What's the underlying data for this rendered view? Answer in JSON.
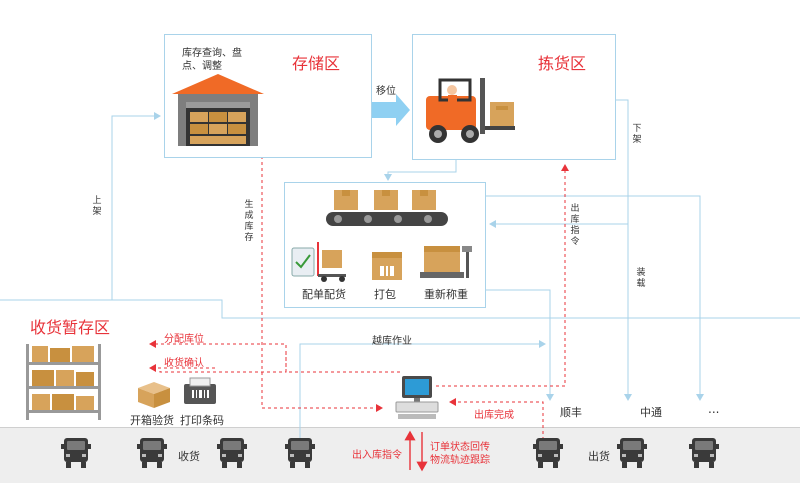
{
  "zones": {
    "storage": {
      "title": "存储区",
      "desc_line1": "库存查询、盘",
      "desc_line2": "点、调整"
    },
    "picking": {
      "title": "拣货区"
    },
    "receiving": {
      "title": "收货暂存区"
    }
  },
  "flows": {
    "move": "移位",
    "putaway": "上架",
    "unload": "下架",
    "generate_inventory": "生成库存",
    "outbound_order": "出库指令",
    "packing": "装载",
    "allocate_location": "分配库位",
    "receive_confirm": "收货确认",
    "cross_dock": "越库作业",
    "outbound_done": "出库完成",
    "inout_order": "出入库指令",
    "status_return_line1": "订单状态回传",
    "status_return_line2": "物流轨迹跟踪"
  },
  "stations": {
    "match": "配单配货",
    "pack": "打包",
    "reweigh": "重新称重",
    "unbox": "开箱验货",
    "barcode": "打印条码"
  },
  "carriers": {
    "receive": "收货",
    "ship": "出货",
    "sf": "顺丰",
    "zto": "中通",
    "more": "..."
  },
  "colors": {
    "red": "#e8333a",
    "blue": "#a9d3ea",
    "orange": "#f06a26",
    "box": "#d7a35b",
    "truck": "#3a3a3a"
  }
}
